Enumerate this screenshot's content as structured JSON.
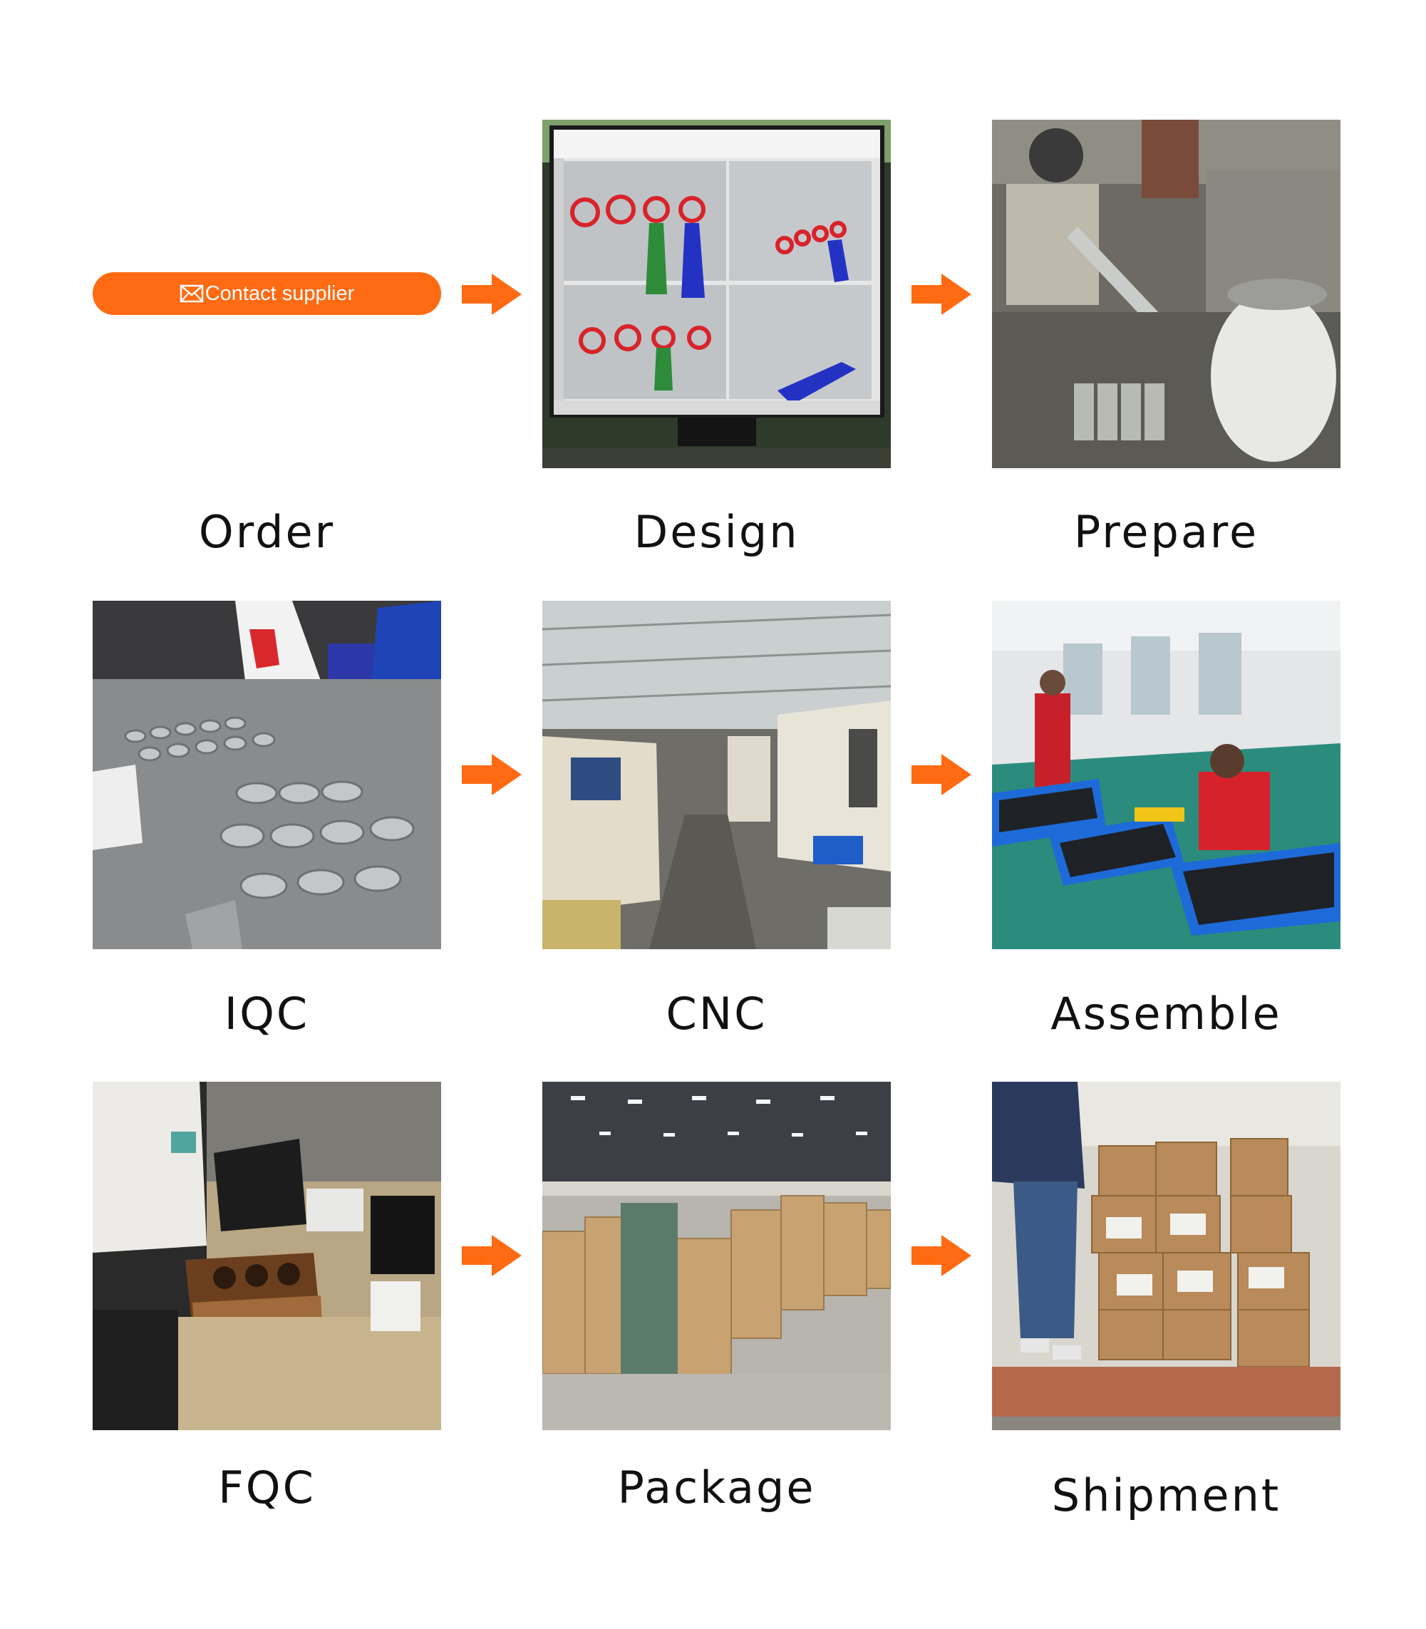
{
  "contact_button": {
    "label": "Contact supplier",
    "icon": "envelope-icon",
    "color": "#ff6a13"
  },
  "arrow_color": "#ff6a13",
  "steps": [
    {
      "label": "Order",
      "image": "contact-supplier-button"
    },
    {
      "label": "Design",
      "image": "cad-design-monitor-photo"
    },
    {
      "label": "Prepare",
      "image": "material-preparation-photo"
    },
    {
      "label": "IQC",
      "image": "incoming-quality-check-photo"
    },
    {
      "label": "CNC",
      "image": "cnc-workshop-photo"
    },
    {
      "label": "Assemble",
      "image": "assembly-line-photo"
    },
    {
      "label": "FQC",
      "image": "final-quality-check-photo"
    },
    {
      "label": "Package",
      "image": "packaged-boxes-warehouse-photo"
    },
    {
      "label": "Shipment",
      "image": "container-loading-photo"
    }
  ]
}
